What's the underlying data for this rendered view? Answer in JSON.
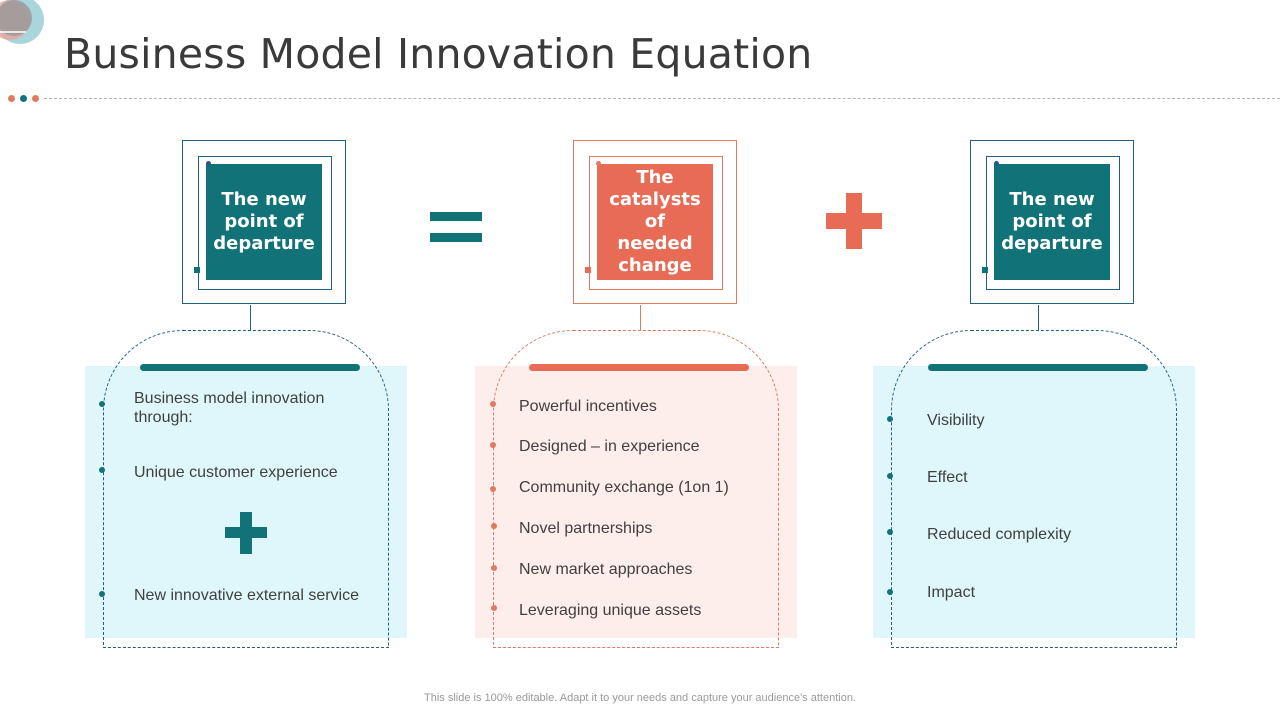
{
  "title": "Business Model Innovation Equation",
  "colors": {
    "teal": "#117378",
    "orange": "#e86b55",
    "light_blue": "#dff7fb",
    "light_pink": "#fdeeeb",
    "navy": "#1f5f82"
  },
  "operators": {
    "equals_icon": "equals-icon",
    "plus_icon": "plus-icon"
  },
  "tiles": [
    {
      "lines": [
        "The new",
        "point of",
        "departure"
      ]
    },
    {
      "lines": [
        "The",
        "catalysts",
        "of",
        "needed",
        "change"
      ]
    },
    {
      "lines": [
        "The new",
        "point of",
        "departure"
      ]
    }
  ],
  "panels": [
    {
      "items": [
        "Business model innovation",
        "through:",
        "Unique customer experience",
        "New innovative external service"
      ]
    },
    {
      "items": [
        "Powerful incentives",
        "Designed – in experience",
        "Community exchange (1on 1)",
        "Novel partnerships",
        "New market approaches",
        "Leveraging unique assets"
      ]
    },
    {
      "items": [
        "Visibility",
        "Effect",
        "Reduced complexity",
        "Impact"
      ]
    }
  ],
  "footer": "This slide is 100% editable. Adapt it to your needs and capture your audience's attention."
}
